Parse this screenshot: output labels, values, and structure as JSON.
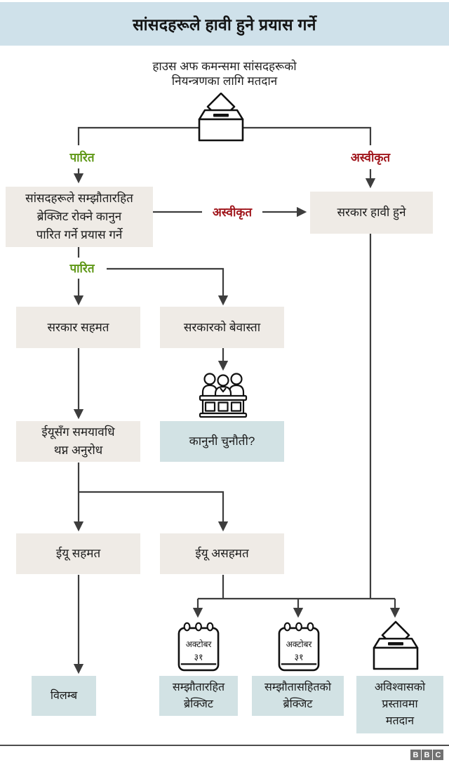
{
  "title": "सांसदहरूले हावी हुने प्रयास गर्ने",
  "subtitle": [
    "हाउस अफ कमन्समा सांसदहरूको",
    "नियन्त्रणका लागि मतदान"
  ],
  "branch_labels": {
    "passed_top": "पारित",
    "rejected_top": "अस्वीकृत",
    "rejected_mid": "अस्वीकृत",
    "passed_mid": "पारित"
  },
  "nodes": {
    "bill_attempt": [
      "सांसदहरूले सम्झौतारहित",
      "ब्रेक्जिट रोक्ने कानुन",
      "पारित गर्ने प्रयास गर्ने"
    ],
    "govt_prevails": "सरकार हावी हुने",
    "govt_agrees": "सरकार सहमत",
    "govt_ignores": "सरकारको बेवास्ता",
    "eu_extension_request": [
      "ईयूसँग समयावधि",
      "थप्न अनुरोध"
    ],
    "legal_challenge": "कानुनी चुनौती?",
    "eu_agrees": "ईयू सहमत",
    "eu_disagrees": "ईयू असहमत",
    "delay": "विलम्ब",
    "no_deal_brexit": [
      "सम्झौतारहित",
      "ब्रेक्जिट"
    ],
    "deal_brexit": [
      "सम्झौतासहितको",
      "ब्रेक्जिट"
    ],
    "no_confidence_vote": [
      "अविश्वासको",
      "प्रस्तावमा",
      "मतदान"
    ]
  },
  "calendar": {
    "month": "अक्टोबर",
    "day": "३१"
  },
  "icons": {
    "top": "ballot-box",
    "middle": "judges-bench",
    "deadline": "calendar",
    "bottom_right": "ballot-box"
  },
  "footer": {
    "logo_letters": [
      "B",
      "B",
      "C"
    ]
  },
  "colors": {
    "header_bg": "#cfe1ea",
    "grey_box": "#efebe6",
    "blue_box": "#d2e2e4",
    "passed_green": "#5e9715",
    "rejected_red": "#a0161c",
    "line": "#3d3d3d"
  }
}
